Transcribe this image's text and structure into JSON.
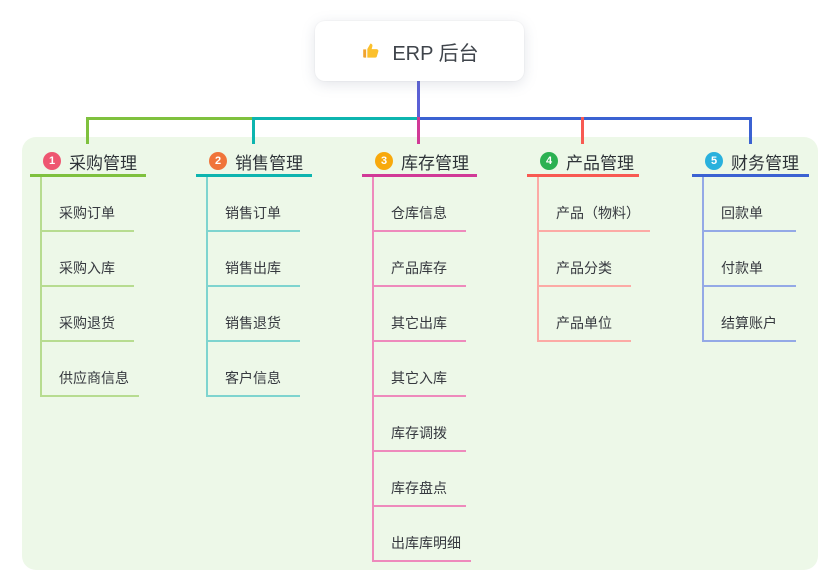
{
  "root": {
    "label": "ERP 后台",
    "icon": "thumbs-up"
  },
  "branches": [
    {
      "badge": "1",
      "label": "采购管理",
      "badge_color": "#ee5671",
      "line_color": "#7fc13e",
      "light_color": "#b7dc90",
      "items": [
        "采购订单",
        "采购入库",
        "采购退货",
        "供应商信息"
      ]
    },
    {
      "badge": "2",
      "label": "销售管理",
      "badge_color": "#f0743a",
      "line_color": "#0db5af",
      "light_color": "#7ed4cf",
      "items": [
        "销售订单",
        "销售出库",
        "销售退货",
        "客户信息"
      ]
    },
    {
      "badge": "3",
      "label": "库存管理",
      "badge_color": "#f8a90c",
      "line_color": "#d13a97",
      "light_color": "#ee8abc",
      "items": [
        "仓库信息",
        "产品库存",
        "其它出库",
        "其它入库",
        "库存调拨",
        "库存盘点",
        "出库库明细"
      ]
    },
    {
      "badge": "4",
      "label": "产品管理",
      "badge_color": "#2bb152",
      "line_color": "#f85a52",
      "light_color": "#fcaaa5",
      "items": [
        "产品（物料）",
        "产品分类",
        "产品单位"
      ]
    },
    {
      "badge": "5",
      "label": "财务管理",
      "badge_color": "#29b1dd",
      "line_color": "#3b62d2",
      "light_color": "#94a9e6",
      "items": [
        "回款单",
        "付款单",
        "结算账户"
      ]
    }
  ],
  "colors": {
    "panel_bg": "#edf8e8",
    "stem": "#5b60d6",
    "text": "#333333"
  }
}
